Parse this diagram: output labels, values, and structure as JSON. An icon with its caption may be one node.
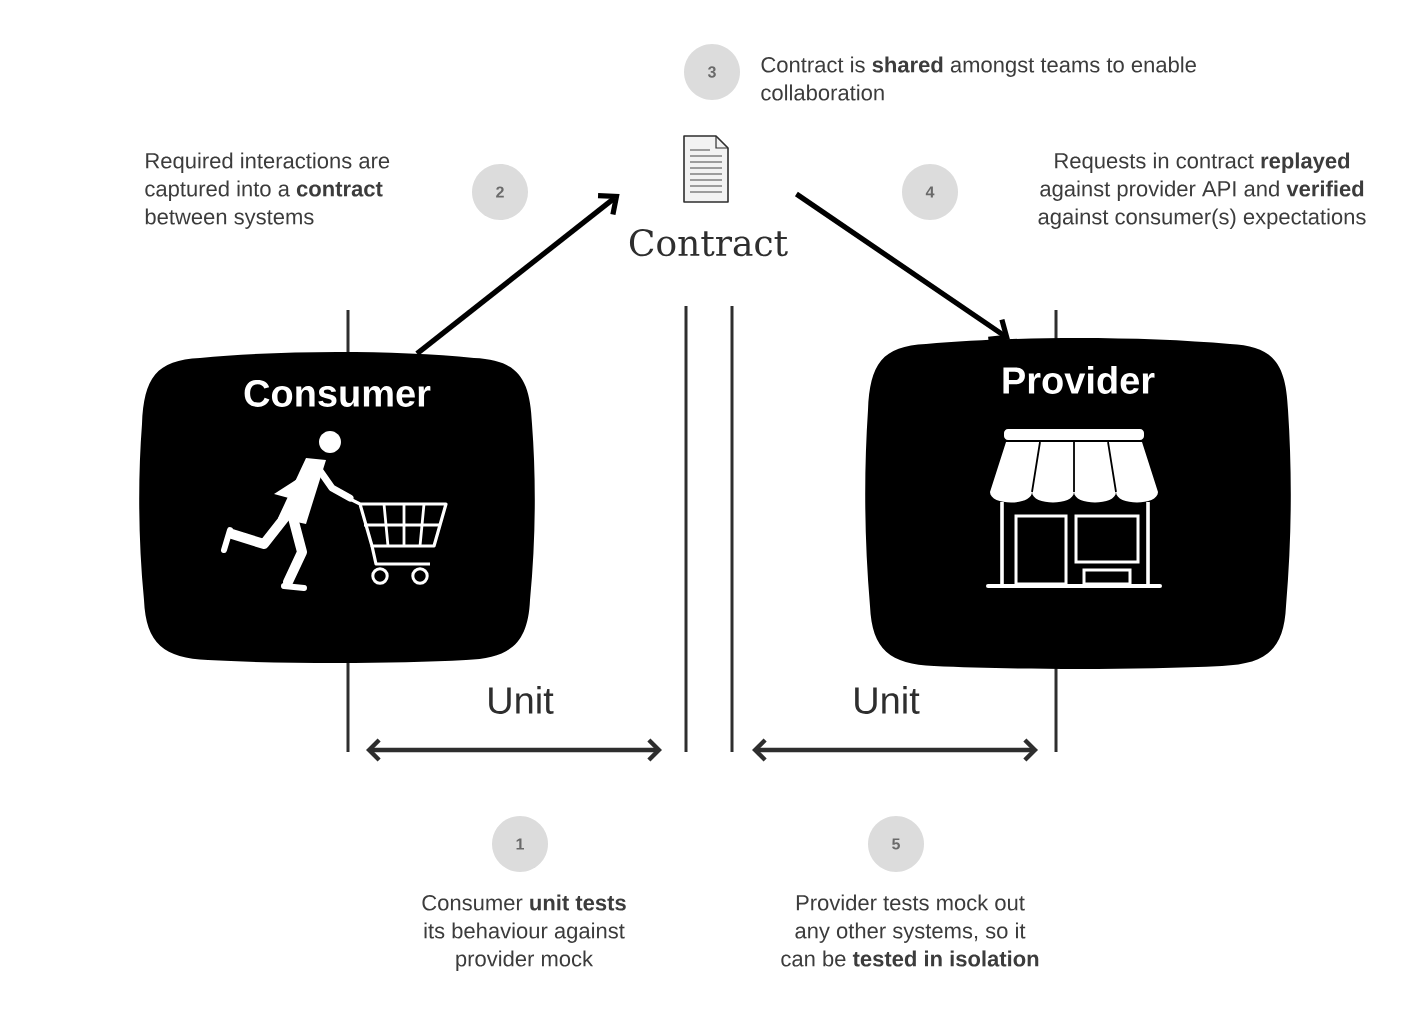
{
  "diagram": {
    "nodes": [
      {
        "text": [
          "3"
        ],
        "beside": [
          "Contract is **shared** amongst teams to enable collaboration"
        ]
      },
      {
        "text": [
          "2"
        ],
        "beside": [
          "Required interactions are captured into a **contract** between systems"
        ]
      },
      {
        "text": [
          "Contract"
        ]
      },
      {
        "text": [
          "4"
        ],
        "beside": [
          "Requests in contract **replayed** against provider API and **verified** against consumer(s) expectations"
        ]
      },
      {
        "text": [
          "Consumer"
        ]
      },
      {
        "text": [
          "Provider"
        ]
      },
      {
        "text": [
          "1"
        ],
        "beside": [
          "Consumer **unit tests** its behaviour against provider mock"
        ]
      },
      {
        "text": [
          "5"
        ],
        "beside": [
          "Provider tests mock out any other systems, so it can be **tested in isolation**"
        ]
      }
    ],
    "edges": [
      {
        "from": 4,
        "to": 2,
        "arrow": "to"
      },
      {
        "from": 2,
        "to": 5,
        "arrow": "to"
      }
    ],
    "labels": [
      "Unit",
      "Unit"
    ]
  }
}
